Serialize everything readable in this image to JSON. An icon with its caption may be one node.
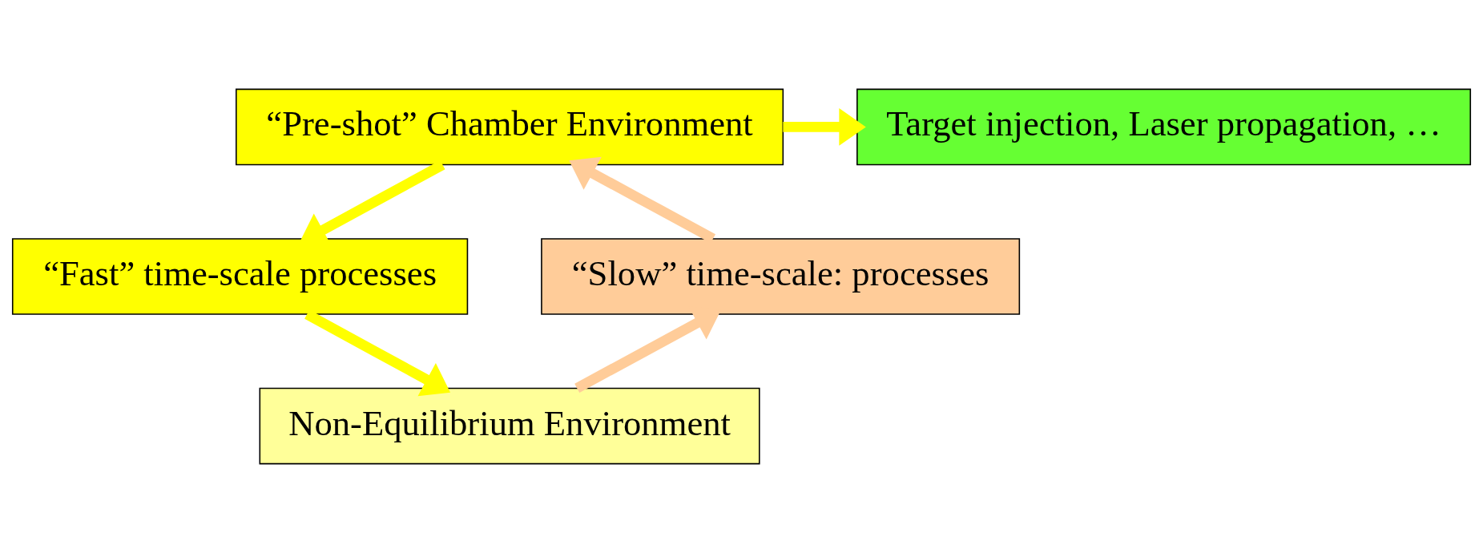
{
  "diagram": {
    "nodes": [
      {
        "text": [
          "“Pre-shot” Chamber Environment"
        ]
      },
      {
        "text": [
          "Target injection, Laser propagation, …"
        ]
      },
      {
        "text": [
          "“Fast” time-scale processes"
        ]
      },
      {
        "text": [
          "Non-Equilibrium Environment"
        ]
      },
      {
        "text": [
          "“Slow” time-scale: processes"
        ]
      }
    ],
    "edges": [
      {
        "from": 0,
        "to": 1,
        "arrow": "to"
      },
      {
        "from": 0,
        "to": 2,
        "arrow": "to"
      },
      {
        "from": 2,
        "to": 3,
        "arrow": "to"
      },
      {
        "from": 3,
        "to": 4,
        "arrow": "to",
        "color": "#ffcc99"
      },
      {
        "from": 4,
        "to": 0,
        "arrow": "to",
        "color": "#ffcc99"
      }
    ]
  }
}
